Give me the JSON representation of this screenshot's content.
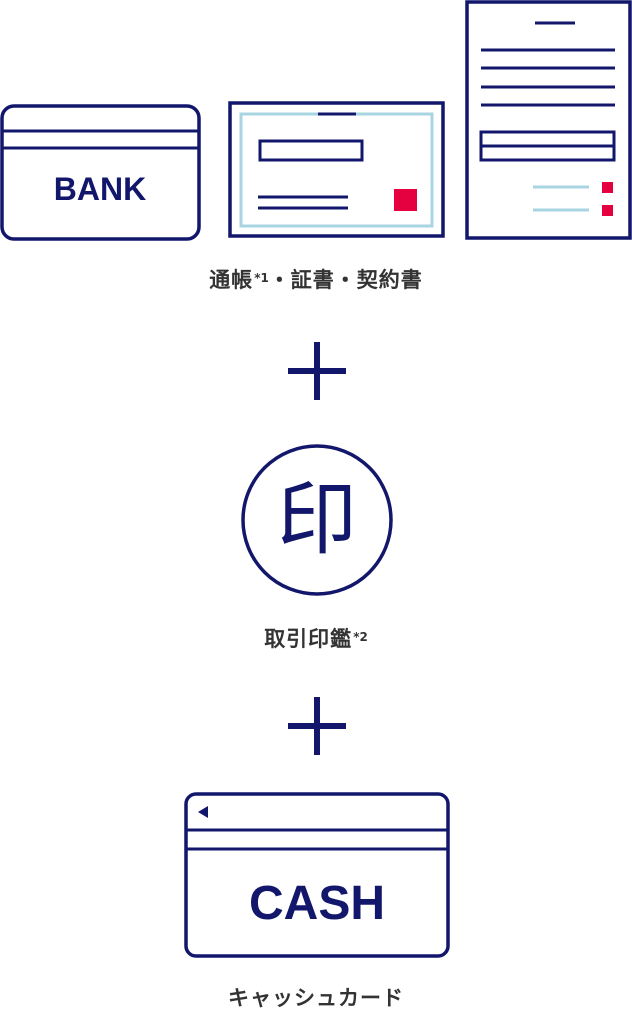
{
  "colors": {
    "navy": "#12176b",
    "light_blue": "#a9d5e3",
    "red": "#e5003f",
    "text": "#333333",
    "background": "#ffffff"
  },
  "top_group": {
    "bank_card_text": "BANK",
    "label_main": "通帳",
    "label_note": "*1",
    "label_rest": "・証書・契約書"
  },
  "plus_1": {
    "icon": "plus-icon"
  },
  "seal_group": {
    "seal_char": "印",
    "label_main": "取引印鑑",
    "label_note": "*2"
  },
  "plus_2": {
    "icon": "plus-icon"
  },
  "cash_group": {
    "cash_card_text": "CASH",
    "label": "キャッシュカード"
  }
}
